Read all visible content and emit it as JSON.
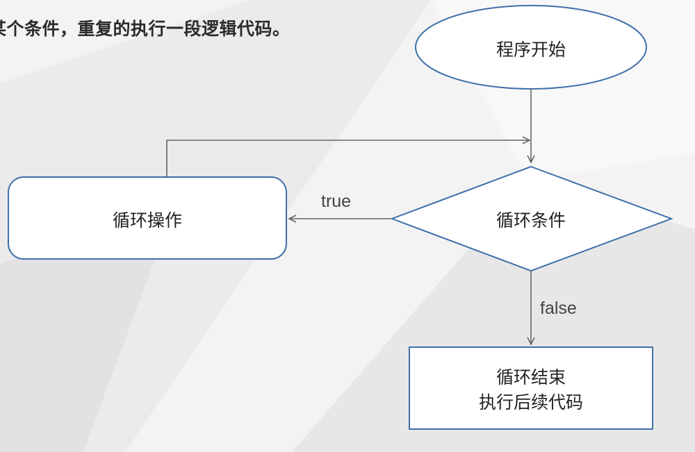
{
  "caption": "某个条件，重复的执行一段逻辑代码。",
  "nodes": {
    "start": {
      "label": "程序开始"
    },
    "loop_op": {
      "label": "循环操作"
    },
    "condition": {
      "label": "循环条件"
    },
    "end": {
      "line1": "循环结束",
      "line2": "执行后续代码"
    }
  },
  "edges": {
    "true_label": "true",
    "false_label": "false"
  },
  "colors": {
    "stroke": "#3e70a8",
    "line": "#666666",
    "fill": "#ffffff"
  }
}
